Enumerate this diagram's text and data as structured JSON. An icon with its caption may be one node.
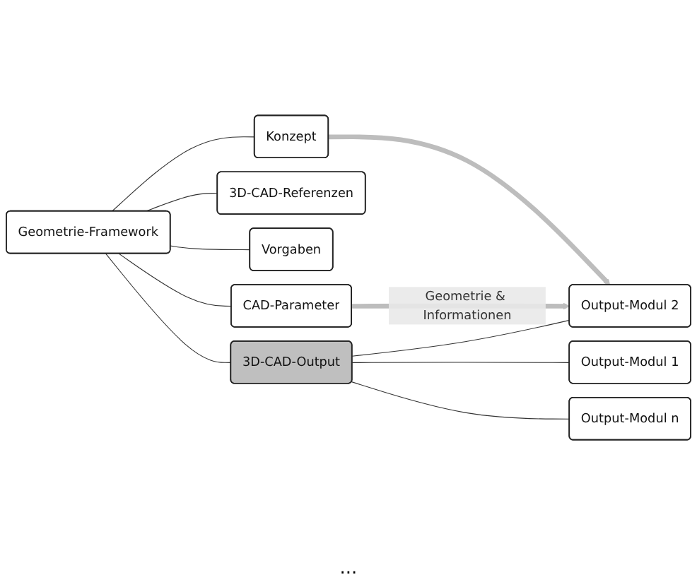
{
  "diagram": {
    "nodes": [
      {
        "text": [
          "Geometrie-Framework"
        ]
      },
      {
        "text": [
          "CAD-Parameter"
        ]
      },
      {
        "text": [
          "3D-CAD-Referenzen"
        ]
      },
      {
        "text": [
          "Vorgaben"
        ]
      },
      {
        "text": [
          "Konzept"
        ]
      },
      {
        "text": [
          "3D-CAD-Output"
        ]
      },
      {
        "text": [
          "Output-Modul 1"
        ]
      },
      {
        "text": [
          "Output-Modul 2"
        ]
      },
      {
        "text": [
          "Output-Modul n"
        ]
      }
    ],
    "edges": [
      {
        "from": 0,
        "to": 1,
        "arrow": "none"
      },
      {
        "from": 0,
        "to": 2,
        "arrow": "none"
      },
      {
        "from": 0,
        "to": 3,
        "arrow": "none"
      },
      {
        "from": 0,
        "to": 4,
        "arrow": "none"
      },
      {
        "from": 0,
        "to": 5,
        "arrow": "none"
      },
      {
        "from": 5,
        "to": 6,
        "arrow": "none"
      },
      {
        "from": 5,
        "to": 7,
        "arrow": "none"
      },
      {
        "from": 5,
        "to": 8,
        "arrow": "none"
      },
      {
        "from": 1,
        "to": 7,
        "arrow": "to",
        "label": "Geometrie & Informationen",
        "style": "thick",
        "color": "#bdbdbd"
      },
      {
        "from": 4,
        "to": 7,
        "arrow": "to",
        "style": "thick",
        "color": "#bdbdbd"
      }
    ],
    "labels": [
      "..."
    ]
  }
}
